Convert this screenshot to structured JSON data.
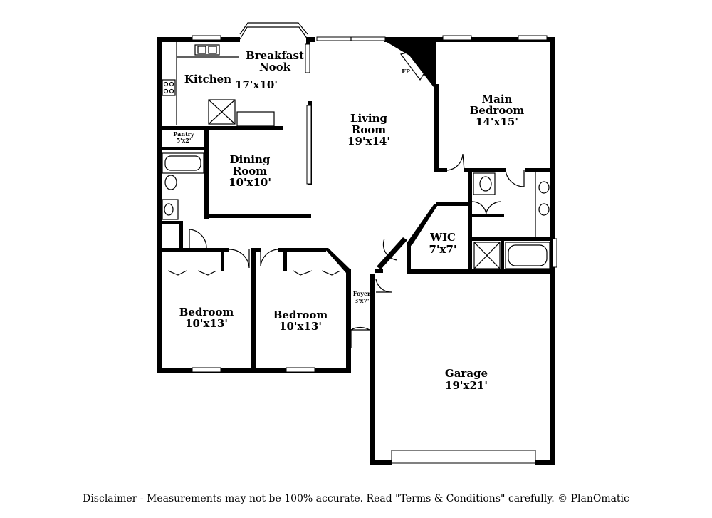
{
  "rooms": {
    "breakfast_nook": {
      "name_line1": "Breakfast",
      "name_line2": "Nook"
    },
    "kitchen": {
      "name": "Kitchen",
      "size": "17'x10'"
    },
    "living_room": {
      "name_line1": "Living",
      "name_line2": "Room",
      "size": "19'x14'"
    },
    "main_bedroom": {
      "name_line1": "Main",
      "name_line2": "Bedroom",
      "size": "14'x15'"
    },
    "pantry": {
      "name": "Pantry",
      "size": "5'x2'"
    },
    "dining_room": {
      "name_line1": "Dining",
      "name_line2": "Room",
      "size": "10'x10'"
    },
    "wic": {
      "name": "WIC",
      "size": "7'x7'"
    },
    "bedroom_1": {
      "name": "Bedroom",
      "size": "10'x13'"
    },
    "bedroom_2": {
      "name": "Bedroom",
      "size": "10'x13'"
    },
    "foyer": {
      "name": "Foyer",
      "size": "3'x7'"
    },
    "garage": {
      "name": "Garage",
      "size": "19'x21'"
    }
  },
  "fireplace_label": "FP",
  "disclaimer": "Disclaimer - Measurements may not be 100% accurate. Read \"Terms & Conditions\" carefully. © PlanOmatic"
}
